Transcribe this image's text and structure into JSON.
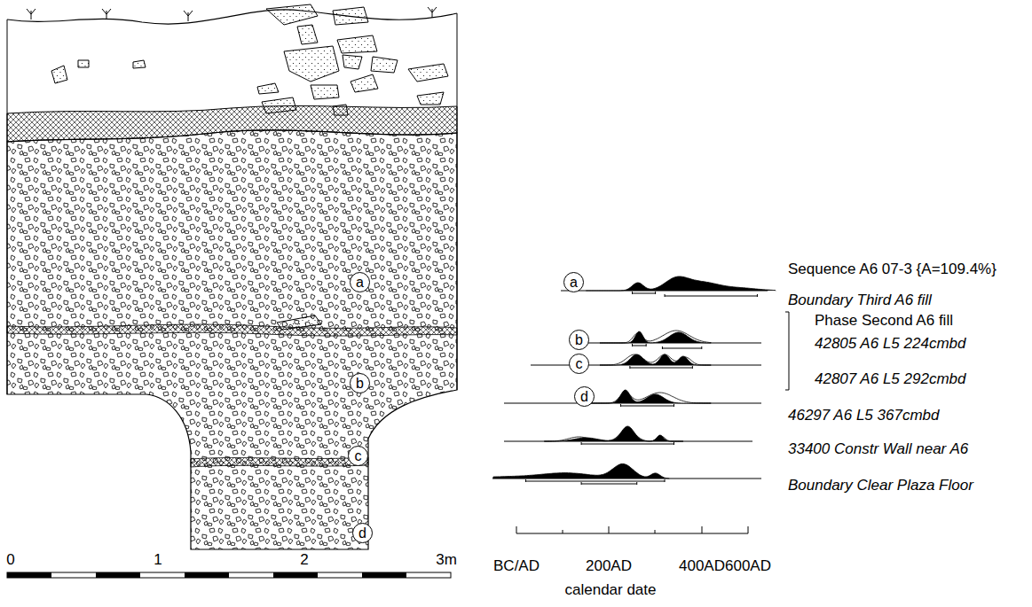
{
  "diagram": {
    "nodes": [
      {
        "text": [
          "a"
        ]
      },
      {
        "text": [
          "b"
        ]
      },
      {
        "text": [
          "c"
        ]
      },
      {
        "text": [
          "d"
        ]
      },
      {
        "text": [
          "a"
        ]
      },
      {
        "text": [
          "b"
        ]
      },
      {
        "text": [
          "c"
        ]
      },
      {
        "text": [
          "d"
        ]
      }
    ],
    "labels": [
      "Sequence A6 07-3 {A=109.4%}",
      "Boundary Third A6 fill",
      "Phase Second A6 fill",
      "42805 A6 L5 224cmbd",
      "42807 A6 L5 292cmbd",
      "46297 A6 L5 367cmbd",
      "33400 Constr Wall near A6",
      "Boundary Clear Plaza Floor",
      "BC/AD",
      "200AD",
      "400AD",
      "600AD",
      "calendar date",
      "0",
      "1",
      "2",
      "3m"
    ]
  }
}
